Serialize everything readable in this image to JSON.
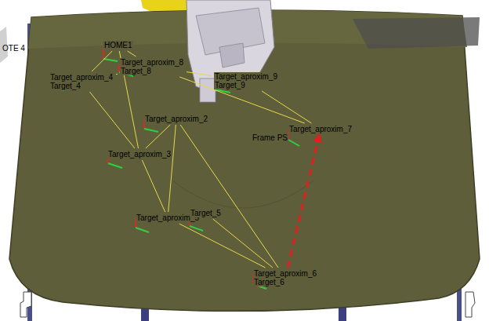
{
  "diagram": {
    "nodes": [
      {
        "text": [
          "HOME1"
        ]
      },
      {
        "text": [
          "Target_aproxim_8",
          "Target_8"
        ]
      },
      {
        "text": [
          "Target_aproxim_4",
          "Target_4"
        ]
      },
      {
        "text": [
          "Target_aproxim_9",
          "Target_9"
        ]
      },
      {
        "text": [
          "Target_aproxim_2"
        ]
      },
      {
        "text": [
          "Target_aproxim_3"
        ]
      },
      {
        "text": [
          "Target_aproxim_7"
        ]
      },
      {
        "text": [
          "Target_aproxim_5"
        ]
      },
      {
        "text": [
          "Target_5"
        ]
      },
      {
        "text": [
          "Target_aproxim_6",
          "Target_6"
        ]
      }
    ],
    "edges": [
      {
        "from": 0,
        "to": 1,
        "arrow": "none"
      },
      {
        "from": 0,
        "to": 2,
        "arrow": "none"
      },
      {
        "from": 0,
        "to": 5,
        "arrow": "none"
      },
      {
        "from": 2,
        "to": 1,
        "arrow": "none"
      },
      {
        "from": 2,
        "to": 5,
        "arrow": "none"
      },
      {
        "from": 1,
        "to": 3,
        "arrow": "none"
      },
      {
        "from": 3,
        "to": 6,
        "arrow": "none"
      },
      {
        "from": 1,
        "to": 6,
        "arrow": "none"
      },
      {
        "from": 4,
        "to": 5,
        "arrow": "none"
      },
      {
        "from": 4,
        "to": 7,
        "arrow": "none"
      },
      {
        "from": 5,
        "to": 7,
        "arrow": "none"
      },
      {
        "from": 4,
        "to": 9,
        "arrow": "none"
      },
      {
        "from": 7,
        "to": 9,
        "arrow": "none"
      },
      {
        "from": 8,
        "to": 9,
        "arrow": "none"
      },
      {
        "from": 9,
        "to": 6,
        "arrow": "to"
      }
    ],
    "labels": [
      "OTE 4",
      "Frame PS"
    ]
  }
}
